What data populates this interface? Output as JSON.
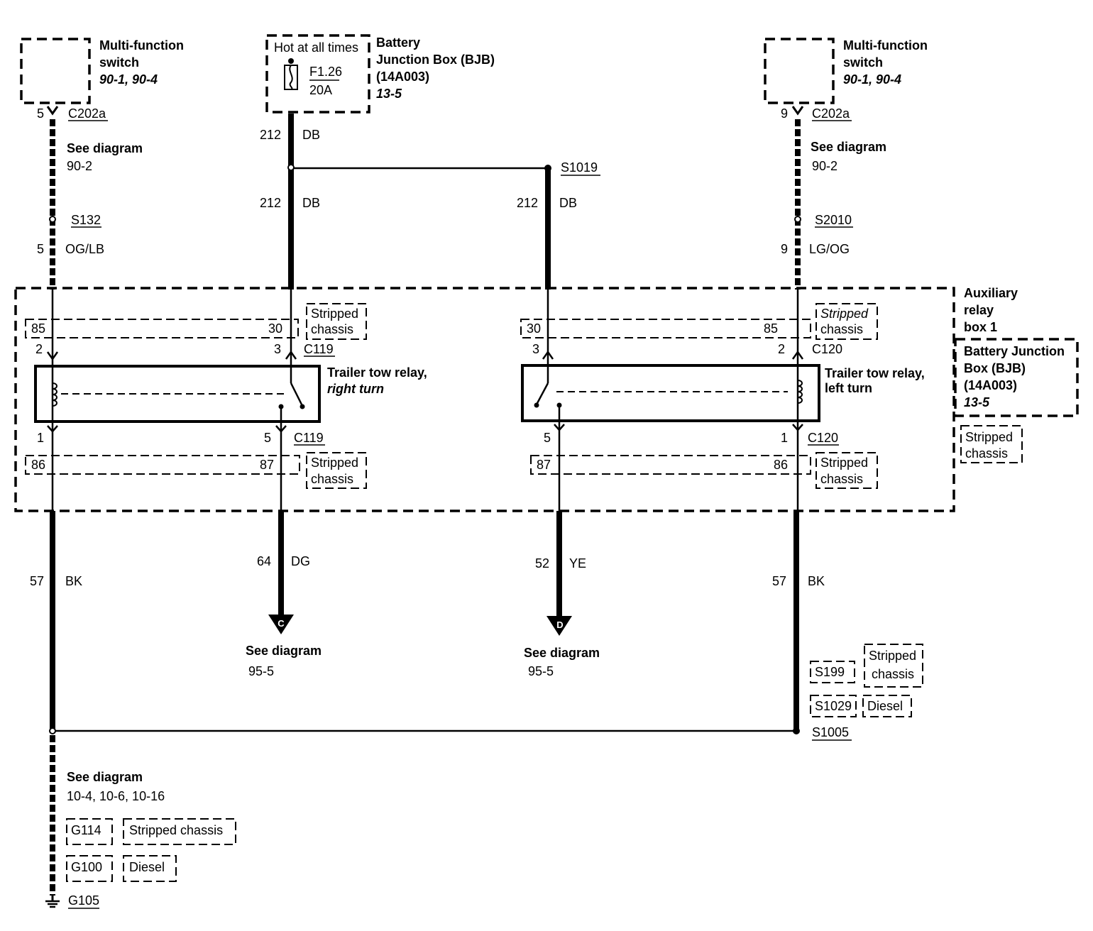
{
  "left_switch": {
    "title_1": "Multi-function",
    "title_2": "switch",
    "ref": "90-1, 90-4"
  },
  "right_switch": {
    "title_1": "Multi-function",
    "title_2": "switch",
    "ref": "90-1, 90-4"
  },
  "bjb": {
    "header": "Hot at all times",
    "fuse": "F1.26",
    "amps": "20A",
    "title_1": "Battery",
    "title_2": "Junction Box (BJB)",
    "title_3": "(14A003)",
    "ref": "13-5"
  },
  "wires": {
    "w5_pin": "5",
    "w5_conn": "C202a",
    "see1_a": "See diagram",
    "see1_b": "90-2",
    "s132": "S132",
    "w5_num": "5",
    "w5_color": "OG/LB",
    "w212a_num": "212",
    "w212a_color": "DB",
    "s1019": "S1019",
    "w212b_num": "212",
    "w212b_color": "DB",
    "w212c_num": "212",
    "w212c_color": "DB",
    "w9_pin": "9",
    "w9_conn": "C202a",
    "see2_a": "See diagram",
    "see2_b": "90-2",
    "s2010": "S2010",
    "w9_num": "9",
    "w9_color": "LG/OG",
    "w64_num": "64",
    "w64_color": "DG",
    "w52_num": "52",
    "w52_color": "YE",
    "w57a_num": "57",
    "w57a_color": "BK",
    "w57b_num": "57",
    "w57b_color": "BK"
  },
  "aux_box": {
    "title_1": "Auxiliary",
    "title_2": "relay",
    "title_3": "box 1",
    "bjb_1": "Battery Junction",
    "bjb_2": "Box (BJB)",
    "bjb_3": "(14A003)",
    "bjb_ref": "13-5",
    "stripped_1": "Stripped",
    "stripped_2": "chassis"
  },
  "relay_right": {
    "title_1": "Trailer tow relay,",
    "title_2": "right turn",
    "t85": "85",
    "t30": "30",
    "t86": "86",
    "t87": "87",
    "p2": "2",
    "p3": "3",
    "p1": "1",
    "p5": "5",
    "conn_top": "C119",
    "conn_bot": "C119",
    "strip_top_1": "Stripped",
    "strip_top_2": "chassis",
    "strip_bot_1": "Stripped",
    "strip_bot_2": "chassis"
  },
  "relay_left": {
    "title_1": "Trailer tow relay,",
    "title_2": "left turn",
    "t30": "30",
    "t85": "85",
    "t87": "87",
    "t86": "86",
    "p3": "3",
    "p2": "2",
    "p5": "5",
    "p1": "1",
    "conn_top": "C120",
    "conn_bot": "C120",
    "strip_top_1": "Stripped",
    "strip_top_2": "chassis",
    "strip_bot_1": "Stripped",
    "strip_bot_2": "chassis"
  },
  "connectors": {
    "c_label": "C",
    "c_see_a": "See diagram",
    "c_see_b": "95-5",
    "d_label": "D",
    "d_see_a": "See diagram",
    "d_see_b": "95-5"
  },
  "ground": {
    "s199": "S199",
    "s199_note_1": "Stripped",
    "s199_note_2": "chassis",
    "s1029": "S1029",
    "s1029_note": "Diesel",
    "s1005": "S1005",
    "see_a": "See diagram",
    "see_b": "10-4, 10-6, 10-16",
    "g114": "G114",
    "g114_note": "Stripped chassis",
    "g100": "G100",
    "g100_note": "Diesel",
    "g105": "G105"
  }
}
